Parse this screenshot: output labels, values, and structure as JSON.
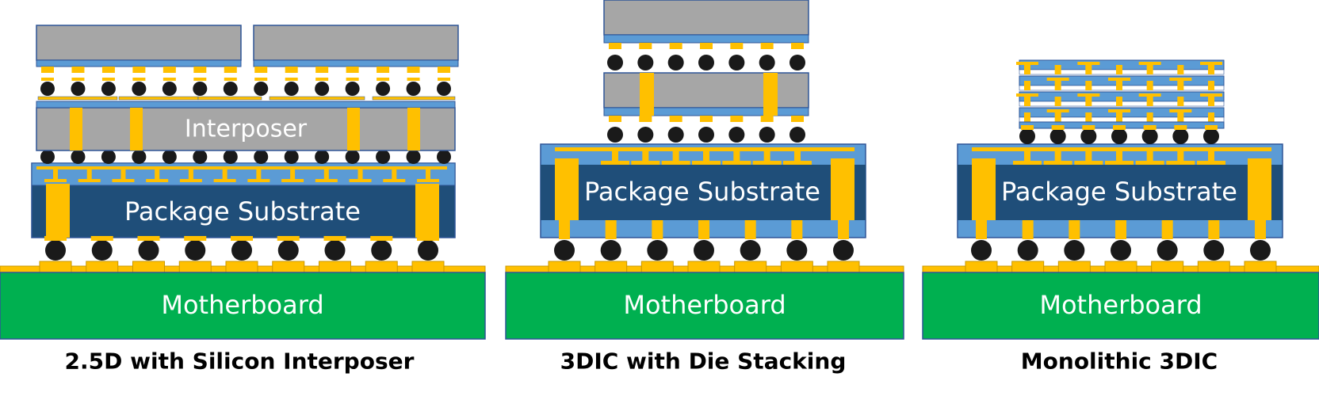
{
  "colors": {
    "motherboard": "#00b050",
    "substrate_core": "#1f4e79",
    "substrate_layer": "#5b9bd5",
    "silicon": "#a6a6a6",
    "copper": "#ffc000",
    "bump": "#1a1a1a",
    "outline": "#2f5597"
  },
  "panels": [
    {
      "caption": "2.5D with Silicon Interposer",
      "motherboard_label": "Motherboard",
      "substrate_label": "Package Substrate",
      "interposer_label": "Interposer"
    },
    {
      "caption": "3DIC with Die Stacking",
      "motherboard_label": "Motherboard",
      "substrate_label": "Package Substrate"
    },
    {
      "caption": "Monolithic 3DIC",
      "motherboard_label": "Motherboard",
      "substrate_label": "Package Substrate"
    }
  ]
}
